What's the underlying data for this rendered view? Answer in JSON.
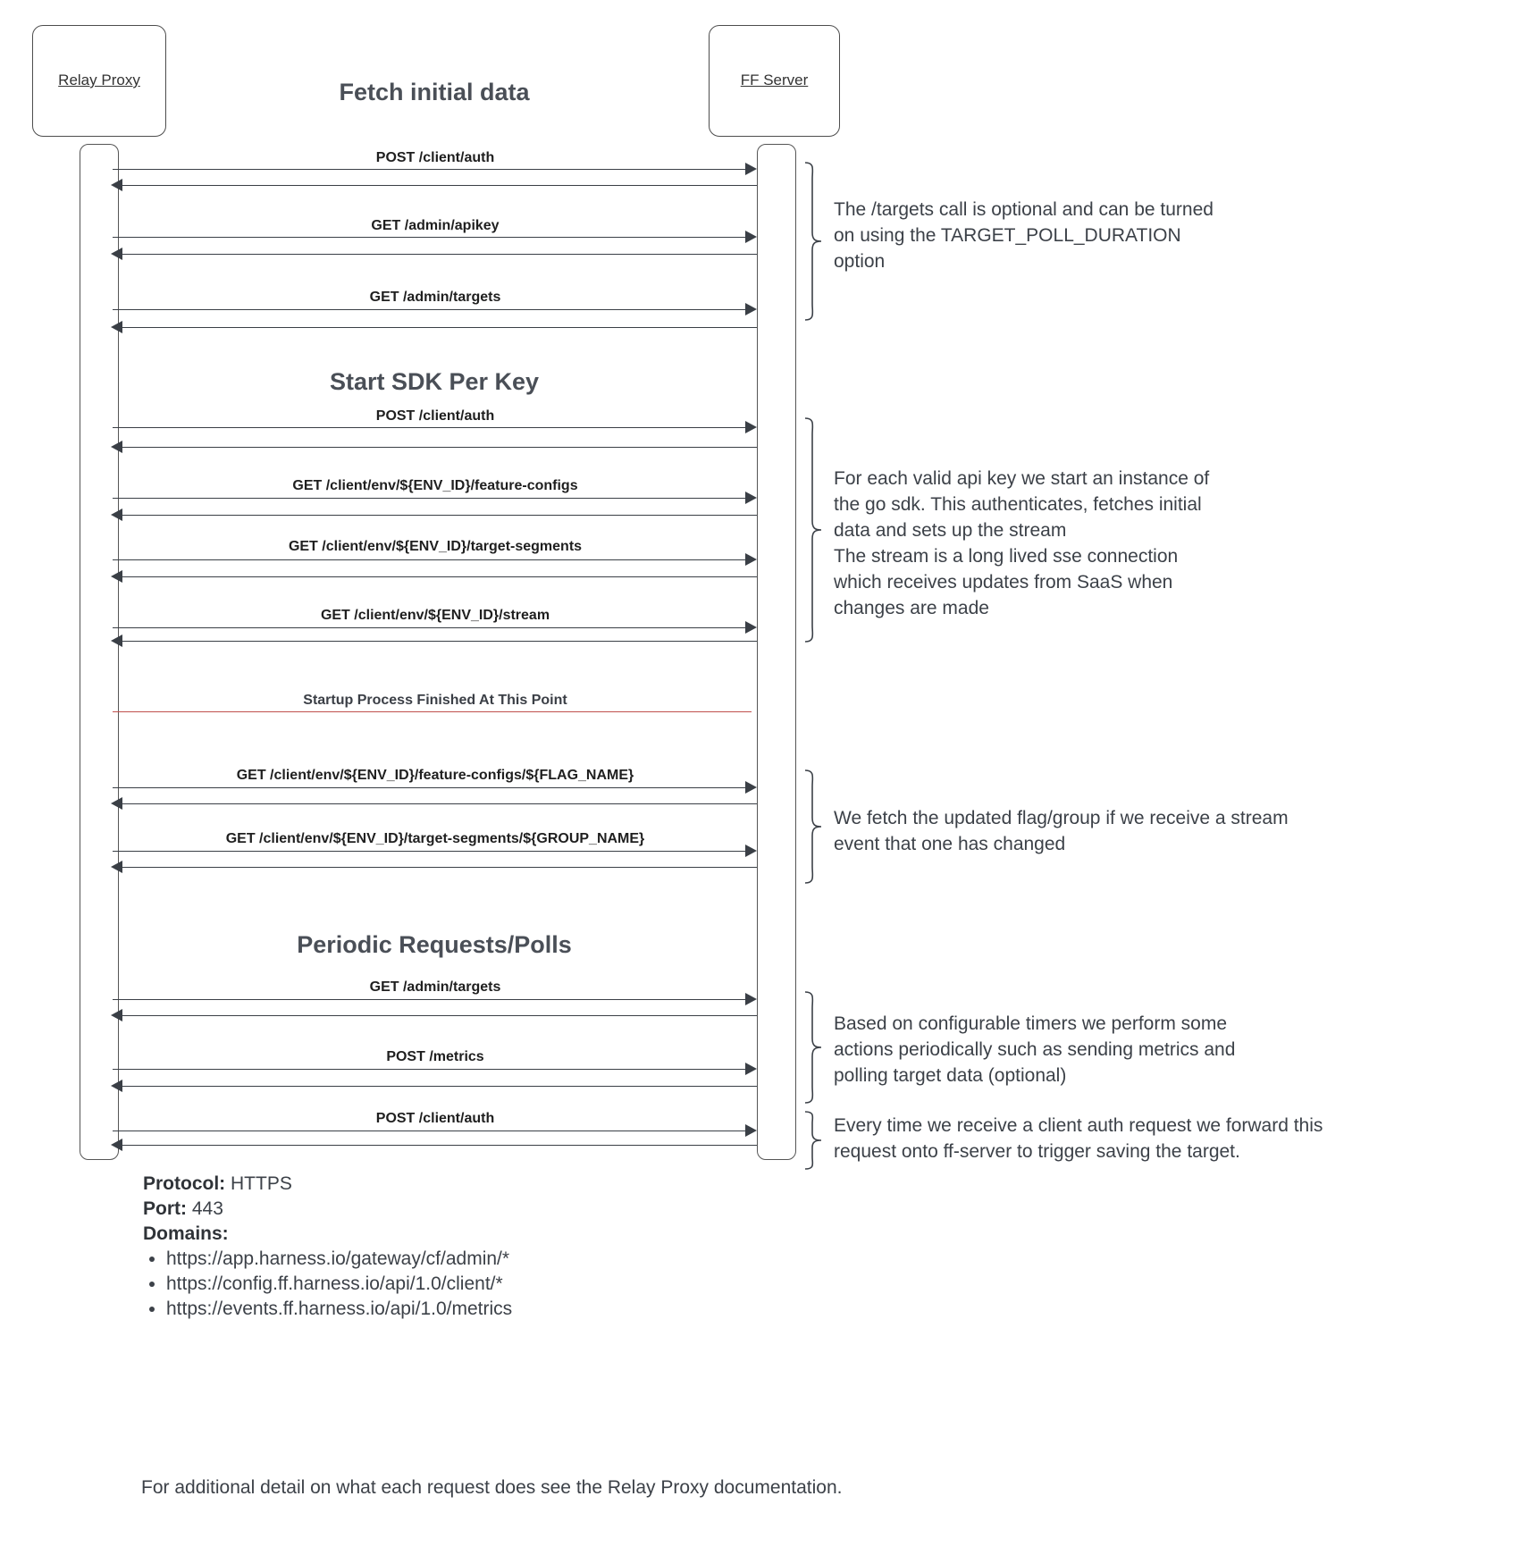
{
  "diagram": {
    "participants": [
      {
        "name": "Relay Proxy"
      },
      {
        "name": "FF Server"
      }
    ],
    "sections": [
      {
        "title": "Fetch initial data"
      },
      {
        "title": "Start SDK Per Key"
      },
      {
        "title": "Periodic Requests/Polls"
      }
    ],
    "divider": {
      "label": "Startup Process Finished At This Point",
      "color": "#c0504d"
    },
    "messages": [
      {
        "label": "POST /client/auth"
      },
      {
        "label": "GET /admin/apikey"
      },
      {
        "label": "GET /admin/targets"
      },
      {
        "label": "POST /client/auth"
      },
      {
        "label": "GET /client/env/${ENV_ID}/feature-configs"
      },
      {
        "label": "GET /client/env/${ENV_ID}/target-segments"
      },
      {
        "label": "GET /client/env/${ENV_ID}/stream"
      },
      {
        "label": "GET /client/env/${ENV_ID}/feature-configs/${FLAG_NAME}"
      },
      {
        "label": "GET /client/env/${ENV_ID}/target-segments/${GROUP_NAME}"
      },
      {
        "label": "GET /admin/targets"
      },
      {
        "label": "POST /metrics"
      },
      {
        "label": "POST /client/auth"
      }
    ],
    "notes": [
      {
        "text": "The /targets call is optional and can be turned\non using the TARGET_POLL_DURATION\noption"
      },
      {
        "text": "For each valid api key we start an instance of\nthe go sdk. This authenticates, fetches initial\ndata and sets up the stream\nThe stream is a long lived sse connection\nwhich receives updates from SaaS when\nchanges are made"
      },
      {
        "text": "We fetch the updated flag/group if we receive a stream\nevent that one has changed"
      },
      {
        "text": "Based on configurable timers we perform some\nactions periodically such as sending metrics and\npolling target data (optional)"
      },
      {
        "text": "Every time we receive a client auth request we forward this\nrequest onto ff-server to trigger saving the target."
      }
    ]
  },
  "legend": {
    "protocol_key": "Protocol:",
    "protocol_value": "HTTPS",
    "port_key": "Port:",
    "port_value": "443",
    "domains_key": "Domains:",
    "domains": [
      "https://app.harness.io/gateway/cf/admin/*",
      "https://config.ff.harness.io/api/1.0/client/*",
      "https://events.ff.harness.io/api/1.0/metrics"
    ]
  },
  "footer": {
    "text": "For additional detail on what each request does see the Relay Proxy documentation."
  }
}
